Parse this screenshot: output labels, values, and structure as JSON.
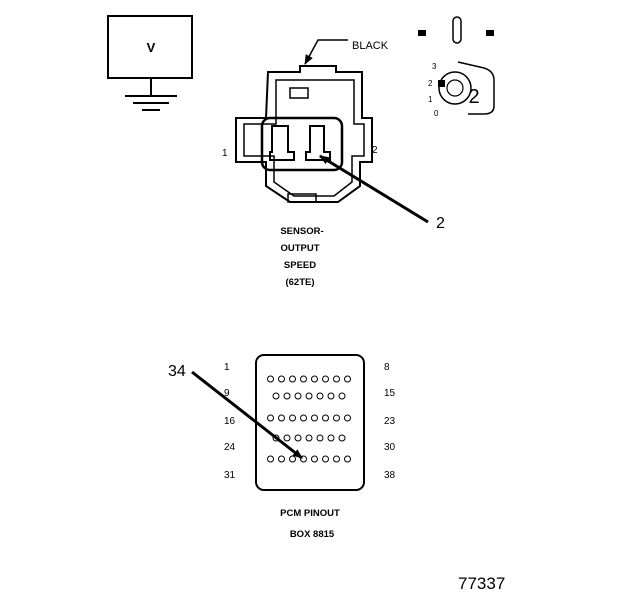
{
  "meter": {
    "symbol": "V"
  },
  "connector": {
    "wire_color": "BLACK",
    "pin_left": "1",
    "pin_right": "2",
    "callout": "2",
    "caption_lines": [
      "SENSOR-",
      "OUTPUT",
      "SPEED",
      "(62TE)"
    ]
  },
  "selector": {
    "scale_labels": [
      "3",
      "2",
      "1",
      "0"
    ],
    "knob_value": "2"
  },
  "pcm": {
    "left_labels": [
      "1",
      "9",
      "16",
      "24",
      "31"
    ],
    "right_labels": [
      "8",
      "15",
      "23",
      "30",
      "38"
    ],
    "row_counts": [
      8,
      7,
      8,
      7,
      8
    ],
    "callout": "34",
    "caption_lines": [
      "PCM PINOUT",
      "BOX 8815"
    ]
  },
  "figure_id": "77337"
}
